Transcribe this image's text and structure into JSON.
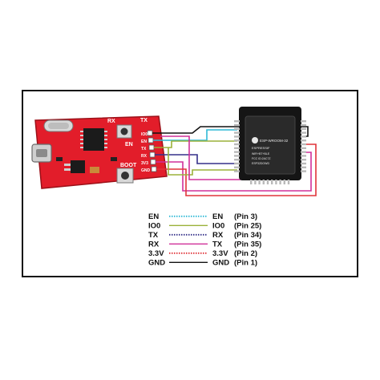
{
  "colors": {
    "frame": "#111111",
    "board": "#e21d2a",
    "board_edge": "#9c1018",
    "module_shield": "#2a2a2a",
    "module_pcb": "#151515",
    "pin": "#b9b9b9",
    "en": "#2fb9d6",
    "io0": "#9bb23a",
    "tx": "#35308a",
    "rx": "#d0309a",
    "v33": "#e0343a",
    "gnd": "#111111"
  },
  "board": {
    "labels": {
      "rx": "RX",
      "tx": "TX",
      "en": "EN",
      "boot": "BOOT",
      "pins": [
        "IO0",
        "EN",
        "TX",
        "RX",
        "3V3",
        "GND"
      ]
    }
  },
  "module": {
    "logo_text": "ESPRESSIF",
    "model": "ESP-WROOM-32",
    "small_lines": [
      "WiFi+BT+BLE",
      "FCC ID:2AC7Z",
      "ESP32DOWD"
    ]
  },
  "legend": [
    {
      "left": "EN",
      "right": "EN",
      "pin": "(Pin 3)",
      "color": "#2fb9d6",
      "style": "dotted"
    },
    {
      "left": "IO0",
      "right": "IO0",
      "pin": "(Pin 25)",
      "color": "#9bb23a",
      "style": "solid"
    },
    {
      "left": "TX",
      "right": "RX",
      "pin": "(Pin 34)",
      "color": "#35308a",
      "style": "dotted"
    },
    {
      "left": "RX",
      "right": "TX",
      "pin": "(Pin 35)",
      "color": "#d0309a",
      "style": "solid"
    },
    {
      "left": "3.3V",
      "right": "3.3V",
      "pin": "(Pin 2)",
      "color": "#e0343a",
      "style": "dotted"
    },
    {
      "left": "GND",
      "right": "GND",
      "pin": "(Pin 1)",
      "color": "#111111",
      "style": "solid"
    }
  ]
}
